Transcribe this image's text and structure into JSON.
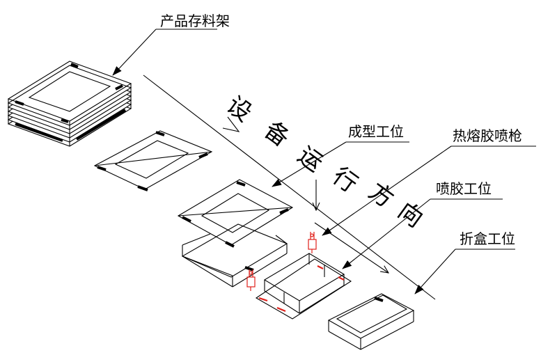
{
  "labels": {
    "storage_rack": "产品存料架",
    "forming_station": "成型工位",
    "hot_melt_gun": "热熔胶喷枪",
    "glue_station": "喷胶工位",
    "folding_station": "折盒工位"
  },
  "direction_chars": [
    "设",
    "备",
    "运",
    "行",
    "方",
    "向"
  ],
  "colors": {
    "line": "#000000",
    "glue_gun": "#e0201a",
    "background": "#ffffff"
  }
}
